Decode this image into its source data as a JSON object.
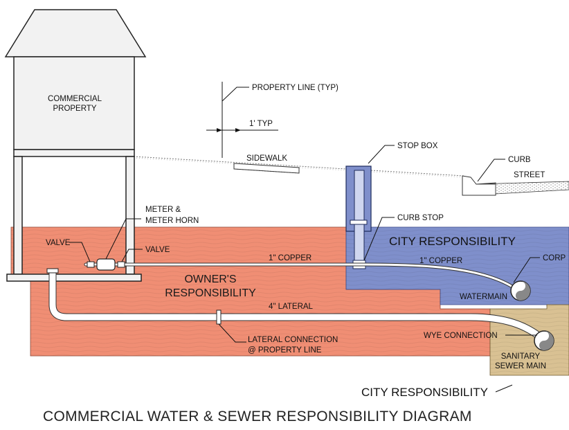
{
  "title": "COMMERCIAL WATER & SEWER RESPONSIBILITY DIAGRAM",
  "building_label": [
    "COMMERCIAL",
    "PROPERTY"
  ],
  "zones": {
    "owner": [
      "OWNER'S",
      "RESPONSIBILITY"
    ],
    "city_upper": "CITY RESPONSIBILITY",
    "city_lower": "CITY RESPONSIBILITY"
  },
  "labels": {
    "property_line": "PROPERTY LINE (TYP)",
    "one_ft_typ": "1' TYP",
    "sidewalk": "SIDEWALK",
    "stop_box": "STOP BOX",
    "curb": "CURB",
    "street": "STREET",
    "meter": [
      "METER &",
      "METER HORN"
    ],
    "valve_left": "VALVE",
    "valve_right": "VALVE",
    "curb_stop": "CURB STOP",
    "copper_owner": "1\" COPPER",
    "copper_city": "1\" COPPER",
    "corp": "CORP",
    "watermain": "WATERMAIN",
    "lateral": "4\" LATERAL",
    "wye_connection": "WYE CONNECTION",
    "sanitary_main": [
      "SANITARY",
      "SEWER MAIN"
    ],
    "lateral_connection": [
      "LATERAL CONNECTION",
      "@ PROPERTY LINE"
    ]
  },
  "colors": {
    "owner_zone": "#f08e74",
    "city_zone": "#7f8fcb",
    "sewer_zone": "#d9c193",
    "building_fill": "#f2f2f2",
    "pipe_fill": "#ffffff"
  }
}
